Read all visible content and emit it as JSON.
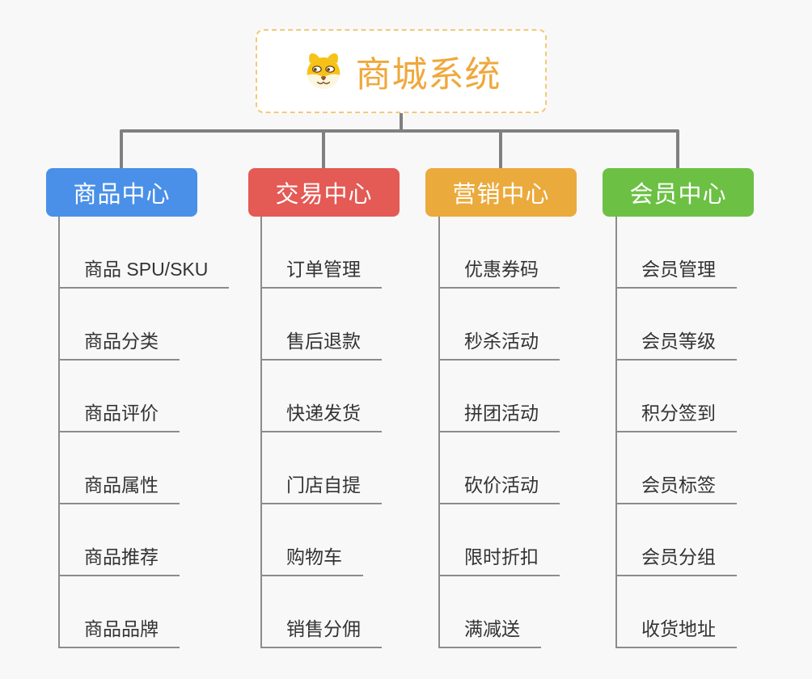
{
  "root": {
    "title": "商城系统",
    "icon": "shiba-dog-icon",
    "accent_color": "#efa83b",
    "border_color": "#f3c979"
  },
  "connector_color": "#808080",
  "leaf_line_color": "#8c8c8c",
  "branches": [
    {
      "label": "商品中心",
      "color": "#4a90e8",
      "items": [
        "商品 SPU/SKU",
        "商品分类",
        "商品评价",
        "商品属性",
        "商品推荐",
        "商品品牌"
      ]
    },
    {
      "label": "交易中心",
      "color": "#e45a54",
      "items": [
        "订单管理",
        "售后退款",
        "快递发货",
        "门店自提",
        "购物车",
        "销售分佣"
      ]
    },
    {
      "label": "营销中心",
      "color": "#ebaa3c",
      "items": [
        "优惠券码",
        "秒杀活动",
        "拼团活动",
        "砍价活动",
        "限时折扣",
        "满减送"
      ]
    },
    {
      "label": "会员中心",
      "color": "#6cc144",
      "items": [
        "会员管理",
        "会员等级",
        "积分签到",
        "会员标签",
        "会员分组",
        "收货地址"
      ]
    }
  ]
}
